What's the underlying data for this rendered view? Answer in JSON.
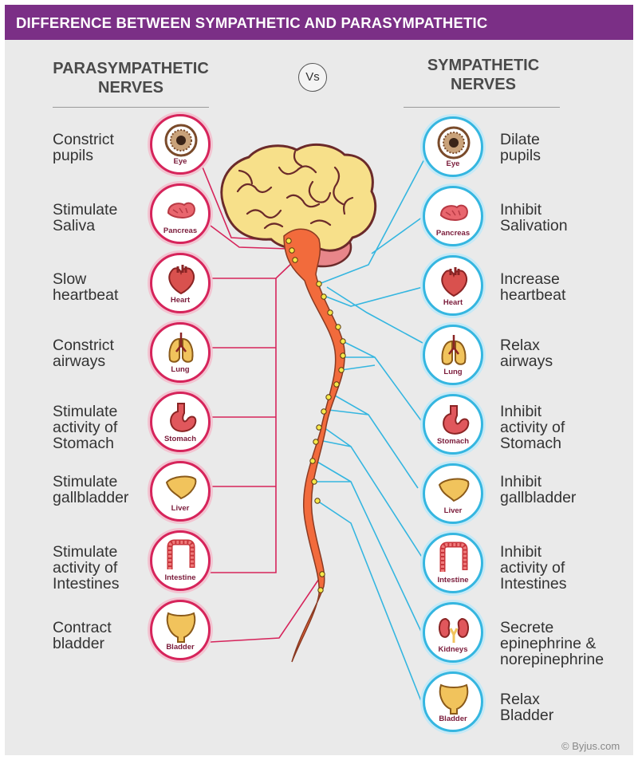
{
  "header": {
    "title": "DIFFERENCE BETWEEN SYMPATHETIC AND PARASYMPATHETIC"
  },
  "vs_label": "Vs",
  "parasympathetic": {
    "title": "PARASYMPATHETIC\nNERVES",
    "color": "#d6245b",
    "items": [
      {
        "label": "Constrict\npupils",
        "organ": "Eye",
        "icon": "eye-icon"
      },
      {
        "label": "Stimulate\nSaliva",
        "organ": "Pancreas",
        "icon": "pancreas-icon"
      },
      {
        "label": "Slow\nheartbeat",
        "organ": "Heart",
        "icon": "heart-icon"
      },
      {
        "label": "Constrict\nairways",
        "organ": "Lung",
        "icon": "lung-icon"
      },
      {
        "label": "Stimulate\nactivity of\nStomach",
        "organ": "Stomach",
        "icon": "stomach-icon"
      },
      {
        "label": "Stimulate\ngallbladder",
        "organ": "Liver",
        "icon": "liver-icon"
      },
      {
        "label": "Stimulate\nactivity of\nIntestines",
        "organ": "Intestine",
        "icon": "intestine-icon"
      },
      {
        "label": "Contract\nbladder",
        "organ": "Bladder",
        "icon": "bladder-icon"
      }
    ]
  },
  "sympathetic": {
    "title": "SYMPATHETIC\nNERVES",
    "color": "#35b6e0",
    "items": [
      {
        "label": "Dilate\npupils",
        "organ": "Eye",
        "icon": "eye-icon"
      },
      {
        "label": "Inhibit\nSalivation",
        "organ": "Pancreas",
        "icon": "pancreas-icon"
      },
      {
        "label": "Increase\nheartbeat",
        "organ": "Heart",
        "icon": "heart-icon"
      },
      {
        "label": "Relax\nairways",
        "organ": "Lung",
        "icon": "lung-icon"
      },
      {
        "label": "Inhibit\nactivity of\nStomach",
        "organ": "Stomach",
        "icon": "stomach-icon"
      },
      {
        "label": "Inhibit\ngallbladder",
        "organ": "Liver",
        "icon": "liver-icon"
      },
      {
        "label": "Inhibit\nactivity of\nIntestines",
        "organ": "Intestine",
        "icon": "intestine-icon"
      },
      {
        "label": "Secrete\nepinephrine &\nnorepinephrine",
        "organ": "Kidneys",
        "icon": "kidneys-icon"
      },
      {
        "label": "Relax\nBladder",
        "organ": "Bladder",
        "icon": "bladder-icon"
      }
    ]
  },
  "credit": "© Byjus.com",
  "colors": {
    "banner": "#7b2f86",
    "spine": "#f26b3c",
    "brain": "#f7e08a"
  }
}
